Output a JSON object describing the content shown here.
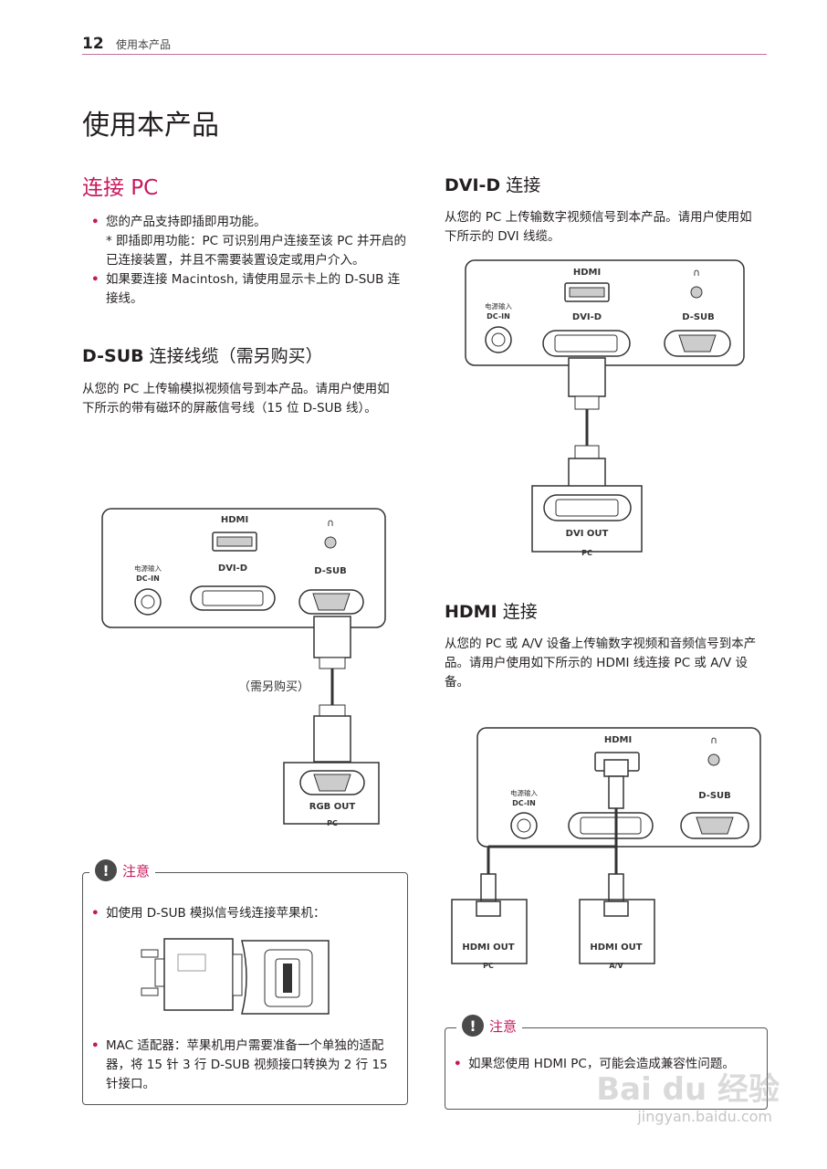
{
  "header": {
    "page_number": "12",
    "section": "使用本产品"
  },
  "page_title": "使用本产品",
  "connect_pc": {
    "heading": "连接 PC",
    "bullet1": "您的产品支持即插即用功能。",
    "bullet1_note": "* 即插即用功能：PC 可识别用户连接至该 PC 并开启的已连接装置，并且不需要装置设定或用户介入。",
    "bullet2": "如果要连接 Macintosh, 请使用显示卡上的 D-SUB 连接线。"
  },
  "dsub": {
    "heading_bold": "D-SUB",
    "heading_rest": " 连接线缆（需另购买）",
    "body": "从您的 PC 上传输模拟视频信号到本产品。请用户使用如下所示的带有磁环的屏蔽信号线（15 位 D-SUB 线）。",
    "diagram": {
      "hdmi": "HDMI",
      "dvid": "DVI-D",
      "dsub": "D-SUB",
      "power_1": "电源输入",
      "power_2": "DC-IN",
      "optional": "（需另购买）",
      "rgb_out": "RGB OUT",
      "pc": "PC"
    }
  },
  "note1": {
    "label": "注意",
    "bullet1": "如使用 D-SUB 模拟信号线连接苹果机：",
    "bullet2": "MAC 适配器：苹果机用户需要准备一个单独的适配器，将 15 针 3 行 D-SUB 视频接口转换为 2 行 15 针接口。"
  },
  "dvi": {
    "heading_bold": "DVI-D",
    "heading_rest": " 连接",
    "body": "从您的 PC 上传输数字视频信号到本产品。请用户使用如下所示的 DVI 线缆。",
    "diagram": {
      "hdmi": "HDMI",
      "dvid": "DVI-D",
      "dsub": "D-SUB",
      "power_1": "电源输入",
      "power_2": "DC-IN",
      "dvi_out": "DVI OUT",
      "pc": "PC"
    }
  },
  "hdmi": {
    "heading_bold": "HDMI",
    "heading_rest": " 连接",
    "body": "从您的 PC 或 A/V 设备上传输数字视频和音频信号到本产品。请用户使用如下所示的 HDMI 线连接 PC 或 A/V 设备。",
    "diagram": {
      "hdmi": "HDMI",
      "dsub": "D-SUB",
      "power_1": "电源输入",
      "power_2": "DC-IN",
      "hdmi_out_1": "HDMI OUT",
      "pc": "PC",
      "hdmi_out_2": "HDMI OUT",
      "av": "A/V"
    }
  },
  "note2": {
    "label": "注意",
    "bullet1": "如果您使用 HDMI PC，可能会造成兼容性问题。"
  },
  "watermark": {
    "brand": "Bai du 经验",
    "url": "jingyan.baidu.com"
  }
}
